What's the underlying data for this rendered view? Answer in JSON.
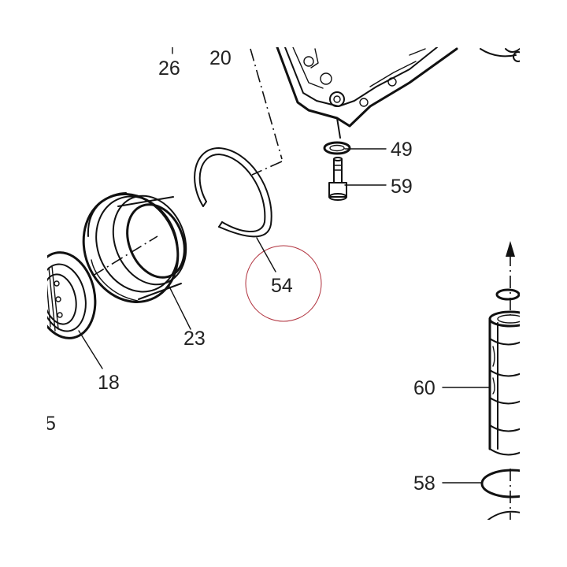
{
  "diagram": {
    "callouts": [
      {
        "id": "26",
        "label": "26"
      },
      {
        "id": "20",
        "label": "20"
      },
      {
        "id": "49",
        "label": "49"
      },
      {
        "id": "59",
        "label": "59"
      },
      {
        "id": "54",
        "label": "54"
      },
      {
        "id": "23",
        "label": "23"
      },
      {
        "id": "18",
        "label": "18"
      },
      {
        "id": "5",
        "label": "5"
      },
      {
        "id": "60",
        "label": "60"
      },
      {
        "id": "58",
        "label": "58"
      }
    ],
    "highlight_color": "#b0303c",
    "line_color": "#111111"
  }
}
